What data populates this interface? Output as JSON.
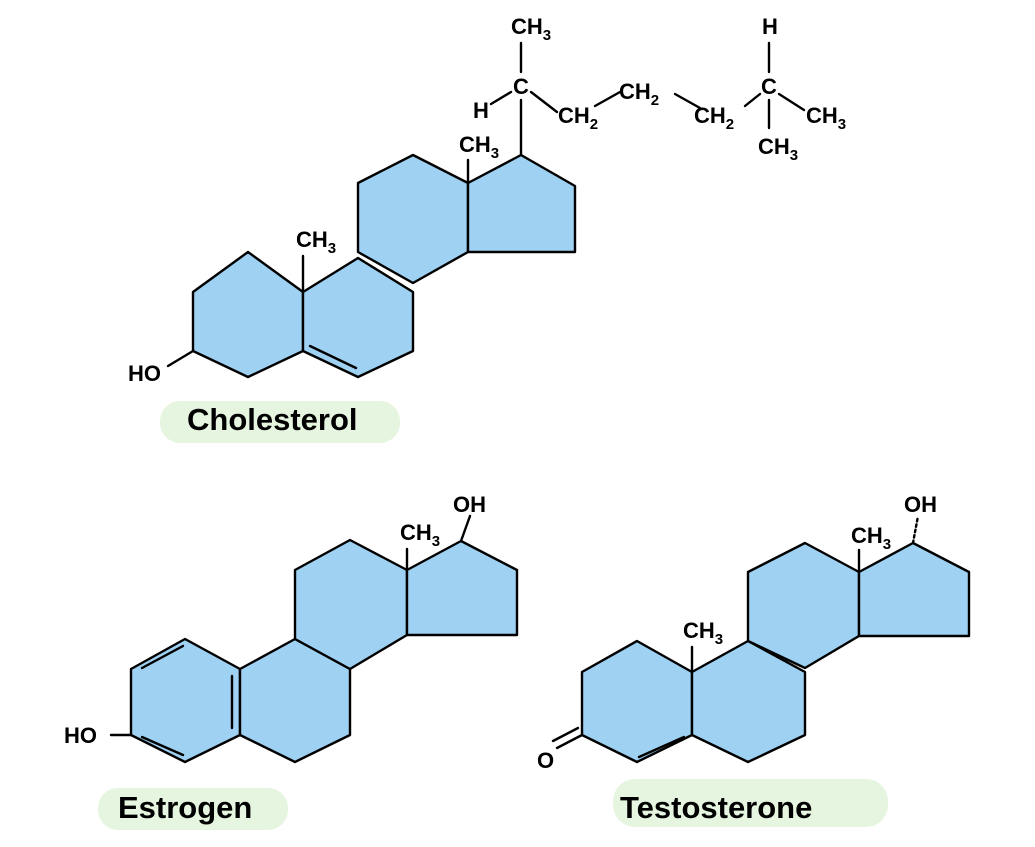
{
  "molecules": {
    "cholesterol": {
      "name": "Cholesterol",
      "labels": {
        "ho": "HO",
        "methyl_c10": "CH",
        "methyl_c13": "CH",
        "h_c20": "H",
        "c_c20": "C",
        "methyl_c21": "CH",
        "ch2_c22": "CH",
        "ch2_c23": "CH",
        "ch2_c24": "CH",
        "h_c25": "H",
        "c_c25": "C",
        "methyl_c26": "CH",
        "methyl_c27": "CH"
      },
      "subscripts": {
        "three": "3",
        "two": "2"
      }
    },
    "estrogen": {
      "name": "Estrogen",
      "labels": {
        "ho": "HO",
        "oh": "OH",
        "methyl_c13": "CH"
      },
      "subscripts": {
        "three": "3"
      }
    },
    "testosterone": {
      "name": "Testosterone",
      "labels": {
        "o": "O",
        "oh": "OH",
        "methyl_c10": "CH",
        "methyl_c13": "CH"
      },
      "subscripts": {
        "three": "3"
      }
    }
  },
  "colors": {
    "ring_fill": "#9fd1f2",
    "label_highlight": "#e5f5e0",
    "bond": "#000000"
  }
}
